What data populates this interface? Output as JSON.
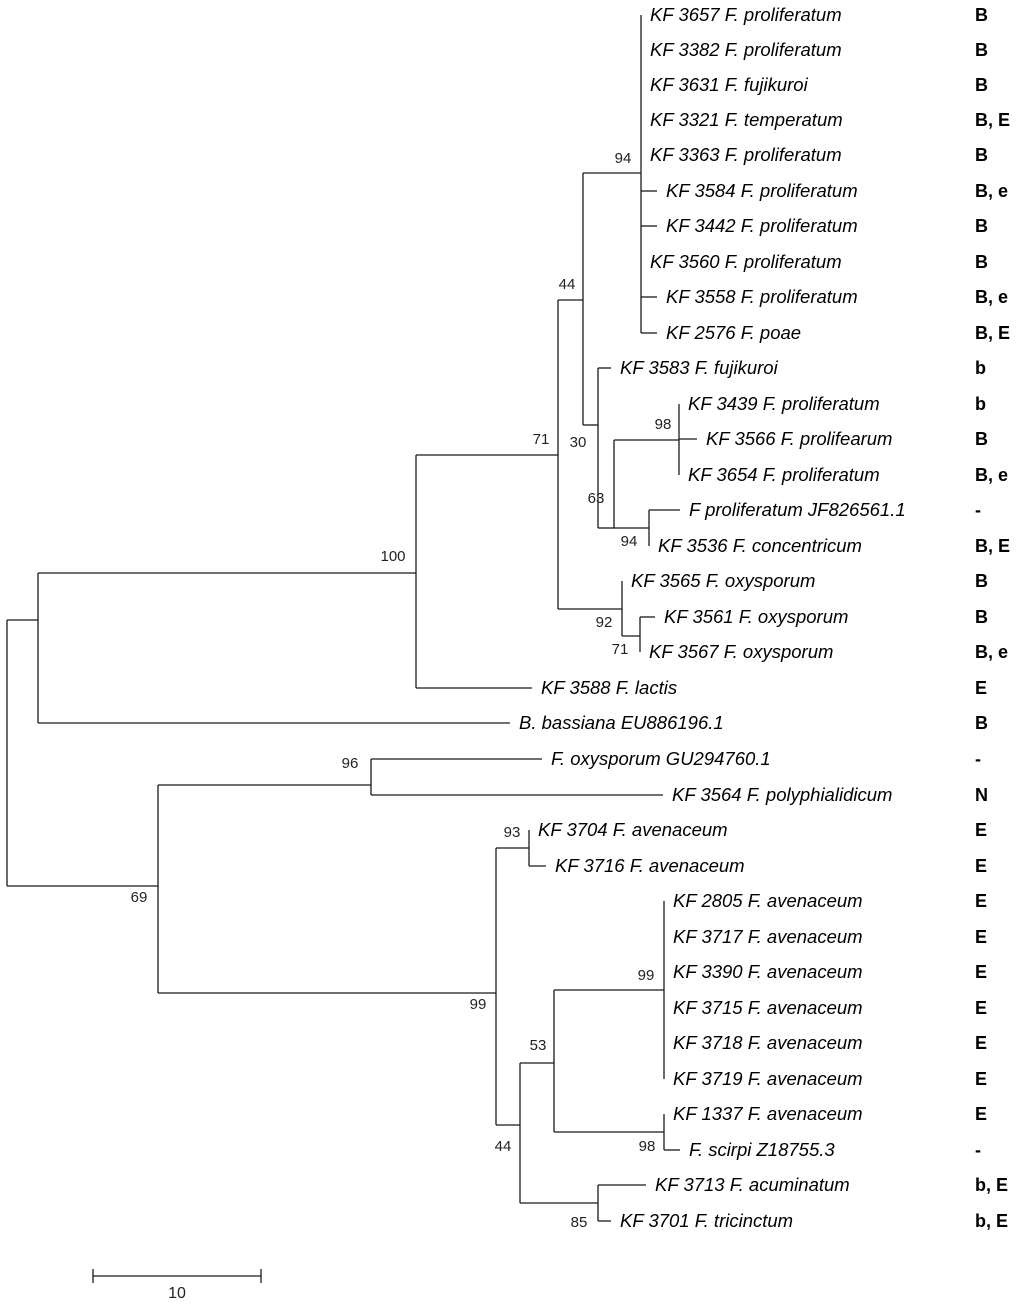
{
  "scale_bar": {
    "label": "10",
    "length_units": 10
  },
  "leaves": [
    {
      "id": "l1",
      "name": "KF 3657 F. proliferatum",
      "code": "B"
    },
    {
      "id": "l2",
      "name": "KF 3382 F. proliferatum",
      "code": "B"
    },
    {
      "id": "l3",
      "name": "KF 3631 F. fujikuroi",
      "code": "B"
    },
    {
      "id": "l4",
      "name": "KF 3321 F. temperatum",
      "code": "B, E"
    },
    {
      "id": "l5",
      "name": "KF 3363 F. proliferatum",
      "code": "B"
    },
    {
      "id": "l6",
      "name": "KF 3584 F. proliferatum",
      "code": "B, e"
    },
    {
      "id": "l7",
      "name": "KF 3442 F. proliferatum",
      "code": "B"
    },
    {
      "id": "l8",
      "name": "KF 3560 F. proliferatum",
      "code": "B"
    },
    {
      "id": "l9",
      "name": "KF 3558 F. proliferatum",
      "code": "B, e"
    },
    {
      "id": "l10",
      "name": "KF 2576 F. poae",
      "code": "B, E"
    },
    {
      "id": "l11",
      "name": "KF 3583 F. fujikuroi",
      "code": "b"
    },
    {
      "id": "l12",
      "name": "KF 3439 F. proliferatum",
      "code": "b"
    },
    {
      "id": "l13",
      "name": "KF 3566 F. prolifearum",
      "code": "B"
    },
    {
      "id": "l14",
      "name": "KF 3654 F. proliferatum",
      "code": "B, e"
    },
    {
      "id": "l15",
      "name": "F proliferatum JF826561.1",
      "code": "-"
    },
    {
      "id": "l16",
      "name": "KF 3536 F. concentricum",
      "code": "B, E"
    },
    {
      "id": "l17",
      "name": "KF 3565 F. oxysporum",
      "code": "B"
    },
    {
      "id": "l18",
      "name": "KF 3561 F. oxysporum",
      "code": "B"
    },
    {
      "id": "l19",
      "name": "KF 3567 F. oxysporum",
      "code": "B, e"
    },
    {
      "id": "l20",
      "name": "KF 3588 F. lactis",
      "code": "E"
    },
    {
      "id": "l21",
      "name": "B. bassiana EU886196.1",
      "code": "B"
    },
    {
      "id": "l22",
      "name": "F. oxysporum GU294760.1",
      "code": "-"
    },
    {
      "id": "l23",
      "name": "KF 3564 F. polyphialidicum",
      "code": "N"
    },
    {
      "id": "l24",
      "name": "KF 3704 F. avenaceum",
      "code": "E"
    },
    {
      "id": "l25",
      "name": "KF 3716 F. avenaceum",
      "code": "E"
    },
    {
      "id": "l26",
      "name": "KF 2805 F. avenaceum",
      "code": "E"
    },
    {
      "id": "l27",
      "name": "KF 3717 F. avenaceum",
      "code": "E"
    },
    {
      "id": "l28",
      "name": "KF 3390 F. avenaceum",
      "code": "E"
    },
    {
      "id": "l29",
      "name": "KF 3715 F. avenaceum",
      "code": "E"
    },
    {
      "id": "l30",
      "name": "KF 3718 F. avenaceum",
      "code": "E"
    },
    {
      "id": "l31",
      "name": "KF 3719 F. avenaceum",
      "code": "E"
    },
    {
      "id": "l32",
      "name": "KF 1337 F. avenaceum",
      "code": "E"
    },
    {
      "id": "l33",
      "name": "F. scirpi Z18755.3",
      "code": "-"
    },
    {
      "id": "l34",
      "name": "KF 3713 F. acuminatum",
      "code": "b, E"
    },
    {
      "id": "l35",
      "name": "KF 3701 F. tricinctum",
      "code": "b, E"
    }
  ],
  "support_values": [
    {
      "node": "n94a",
      "value": "94"
    },
    {
      "node": "n44a",
      "value": "44"
    },
    {
      "node": "n71a",
      "value": "71"
    },
    {
      "node": "n30",
      "value": "30"
    },
    {
      "node": "n98a",
      "value": "98"
    },
    {
      "node": "n63",
      "value": "63"
    },
    {
      "node": "n94b",
      "value": "94"
    },
    {
      "node": "n100",
      "value": "100"
    },
    {
      "node": "n92",
      "value": "92"
    },
    {
      "node": "n71b",
      "value": "71"
    },
    {
      "node": "n96",
      "value": "96"
    },
    {
      "node": "n93",
      "value": "93"
    },
    {
      "node": "n69",
      "value": "69"
    },
    {
      "node": "n99a",
      "value": "99"
    },
    {
      "node": "n99b",
      "value": "99"
    },
    {
      "node": "n53",
      "value": "53"
    },
    {
      "node": "n98b",
      "value": "98"
    },
    {
      "node": "n44b",
      "value": "44"
    },
    {
      "node": "n85",
      "value": "85"
    }
  ]
}
